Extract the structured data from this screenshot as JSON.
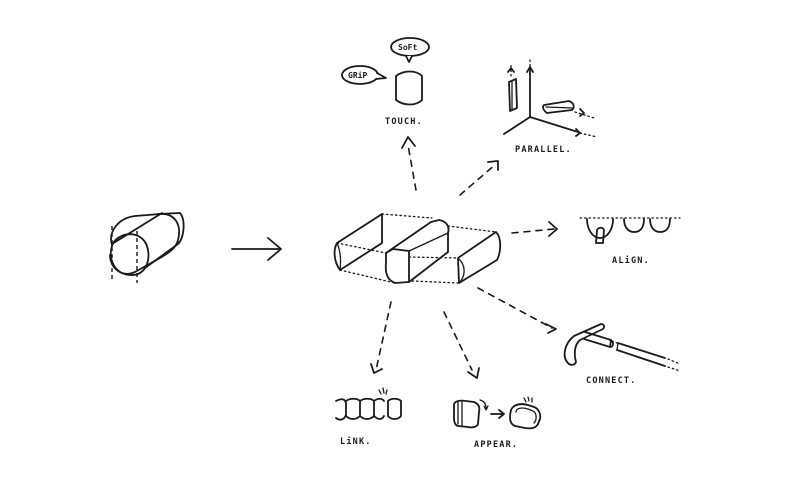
{
  "diagram": {
    "source": {
      "name": "cylinder"
    },
    "center": {
      "name": "split-segments"
    },
    "labels": {
      "touch": "TOUCH.",
      "parallel": "PARALLEL.",
      "align": "ALiGN.",
      "connect": "CONNECT.",
      "link": "LiNK.",
      "appear": "APPEAR."
    },
    "bubbles": {
      "soft": "SoFt",
      "grip": "GRiP"
    },
    "colors": {
      "ink": "#1a1a1a",
      "background": "#ffffff"
    }
  }
}
